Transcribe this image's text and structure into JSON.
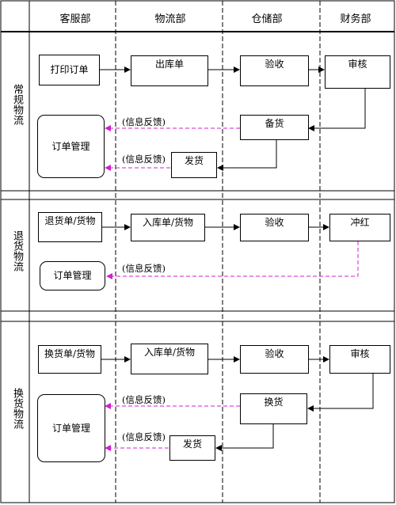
{
  "headers": {
    "service": "客服部",
    "logistics": "物流部",
    "warehouse": "仓储部",
    "finance": "财务部"
  },
  "lanes": {
    "regular": "常规物流",
    "returns": "退货物流",
    "exchange": "换货物流"
  },
  "regular": {
    "print_order": "打印订单",
    "outbound_order": "出库单",
    "inspect": "验收",
    "review": "审核",
    "order_mgmt": "订单管理",
    "prepare": "备货",
    "ship": "发货",
    "feedback1": "(信息反馈)",
    "feedback2": "(信息反馈)"
  },
  "returns": {
    "return_order": "退货单/货物",
    "inbound_order": "入库单/货物",
    "inspect": "验收",
    "red_reversal": "冲红",
    "order_mgmt": "订单管理",
    "feedback": "(信息反馈)"
  },
  "exchange": {
    "exchange_order": "换货单/货物",
    "inbound_order": "入库单/货物",
    "inspect": "验收",
    "review": "审核",
    "order_mgmt": "订单管理",
    "swap": "换货",
    "ship": "发货",
    "feedback1": "(信息反馈)",
    "feedback2": "(信息反馈)"
  },
  "colors": {
    "feedback_line": "#d020d0",
    "line": "#000000"
  }
}
